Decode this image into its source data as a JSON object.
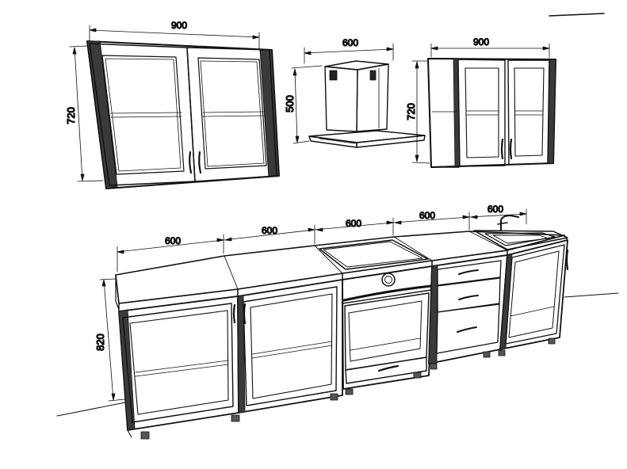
{
  "dimensions": {
    "upper_left_width": "900",
    "upper_left_height": "720",
    "hood_width": "600",
    "hood_height": "500",
    "upper_right_width": "900",
    "upper_right_height": "720",
    "base_1_width": "600",
    "base_2_width": "600",
    "base_oven_width": "600",
    "base_drawers_width": "600",
    "base_sink_width": "600",
    "base_height": "820"
  }
}
